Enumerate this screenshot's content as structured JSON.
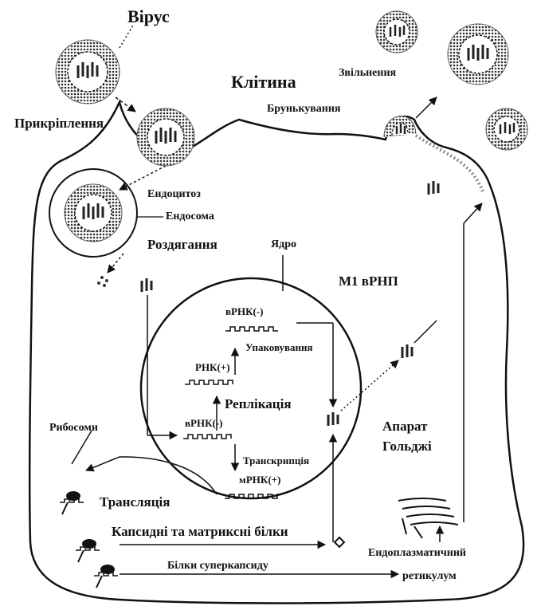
{
  "labels": {
    "virus": "Вірус",
    "cell": "Клітина",
    "release": "Звільнення",
    "attachment": "Прикріплення",
    "budding": "Брунькування",
    "endocytosis": "Ендоцитоз",
    "endosome": "Ендосома",
    "uncoating": "Роздягання",
    "nucleus": "Ядро",
    "m1_vrnp": "М1 вРНП",
    "vrna_top": "вРНК(-)",
    "packaging": "Упаковування",
    "crna": "РНК(+)",
    "replication": "Реплікація",
    "vrna_mid": "вРНК(-)",
    "ribosome": "Рибосоми",
    "golgi": "Апарат Гольджі",
    "transcription": "Транскрипція",
    "mrna": "мРНК(+)",
    "translation": "Трансляція",
    "capsid_proteins": "Капсидні та матриксні білки",
    "surface_proteins": "Білки суперкапсиду",
    "er": "Ендоплазматичний ретикулум"
  }
}
